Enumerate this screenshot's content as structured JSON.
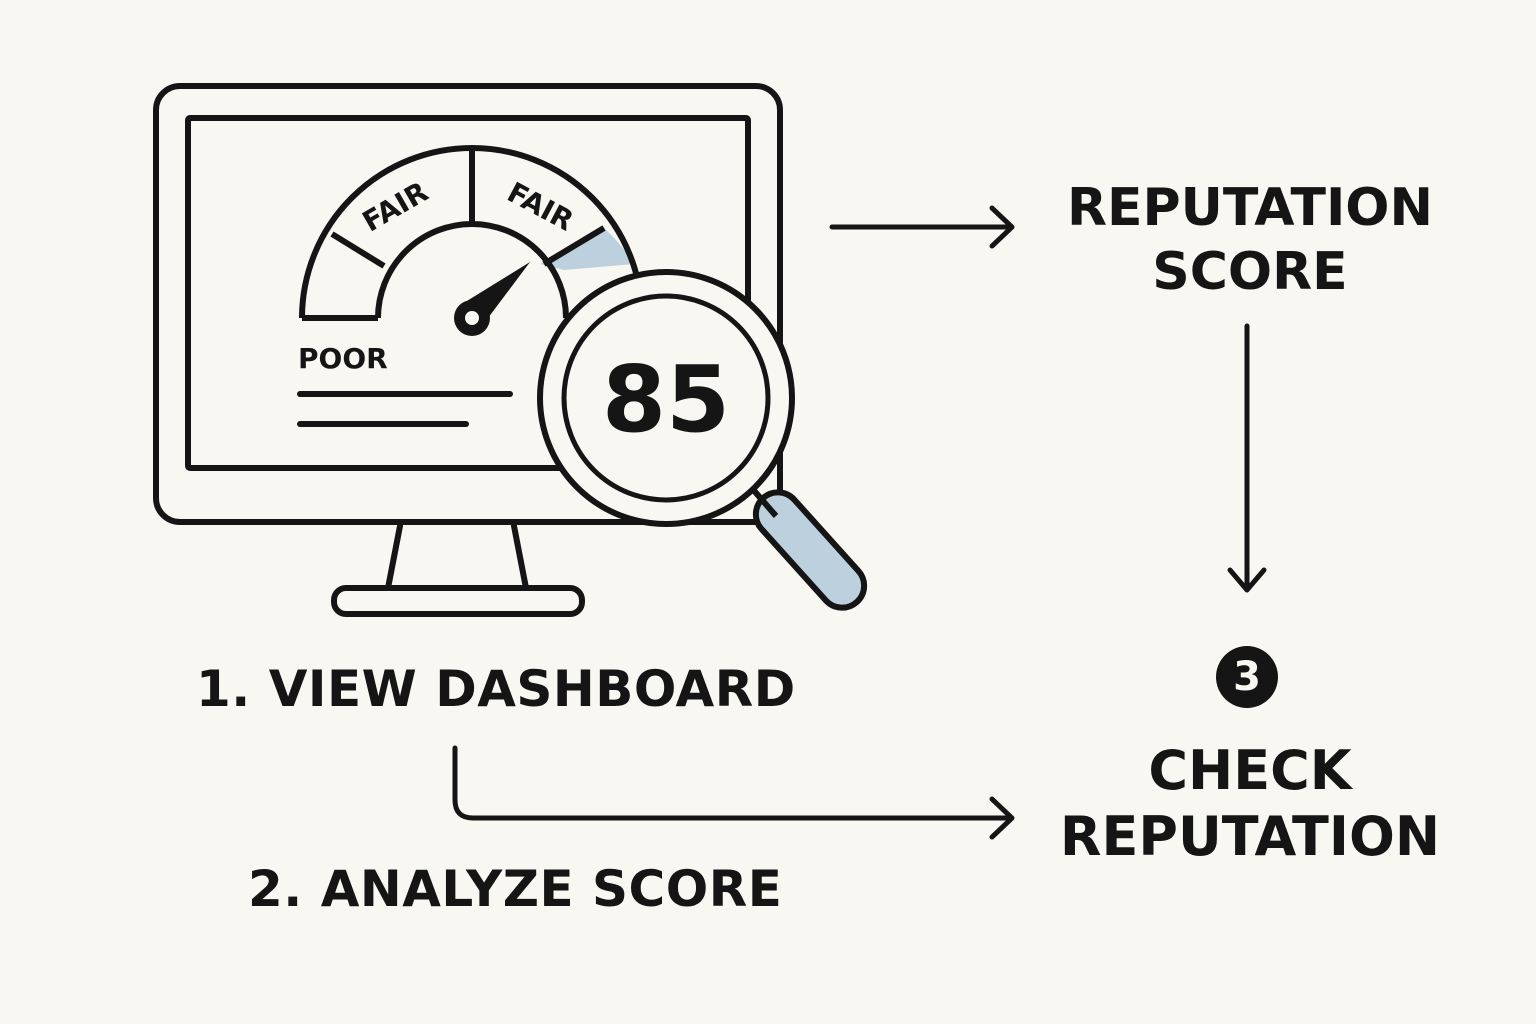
{
  "gauge": {
    "segment_left_label": "FAIR",
    "segment_right_label": "FAIR",
    "low_label": "POOR",
    "score": "85"
  },
  "steps": {
    "step1": "1. VIEW DASHBOARD",
    "step2": "2. ANALYZE SCORE",
    "reputation_score_line1": "REPUTATION",
    "reputation_score_line2": "SCORE",
    "step3_number": "3",
    "check_line1": "CHECK",
    "check_line2": "REPUTATION"
  },
  "colors": {
    "background": "#f8f7f2",
    "ink": "#151515",
    "accent_blue": "#bcd0de"
  },
  "icons": [
    "monitor-icon",
    "gauge-icon",
    "magnifier-icon",
    "arrow-icon"
  ]
}
